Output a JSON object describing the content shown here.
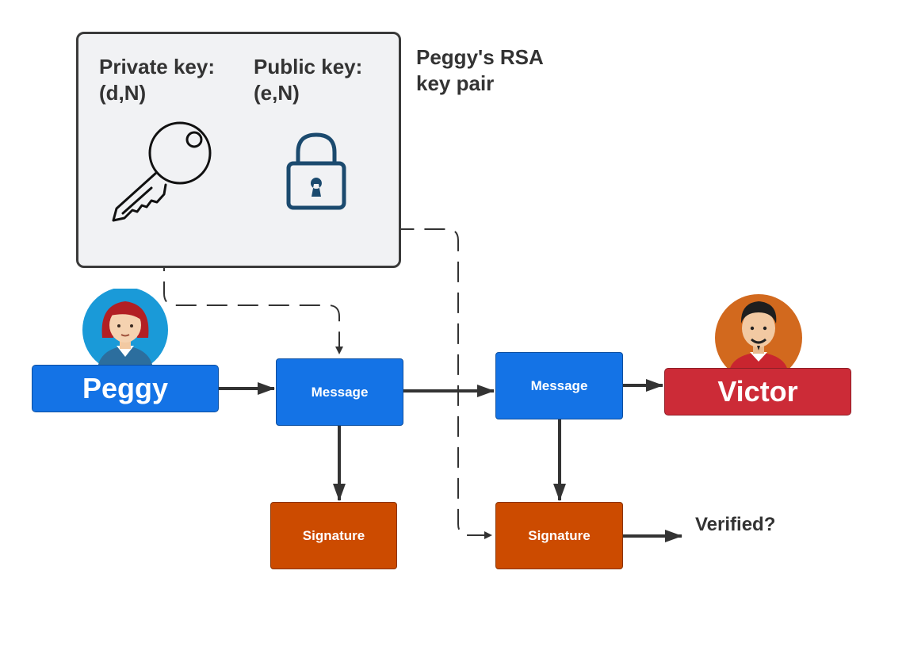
{
  "keypair_box": {
    "private_title": "Private key:",
    "private_value": "(d,N)",
    "public_title": "Public key:",
    "public_value": "(e,N)",
    "caption_line1": "Peggy's RSA",
    "caption_line2": "key pair"
  },
  "actors": {
    "sender": "Peggy",
    "receiver": "Victor"
  },
  "nodes": {
    "message_left": "Message",
    "signature_left": "Signature",
    "message_right": "Message",
    "signature_right": "Signature"
  },
  "result_label": "Verified?",
  "icons": {
    "private_key": "key-icon",
    "public_key": "padlock-icon",
    "peggy_avatar": "woman-avatar-icon",
    "victor_avatar": "man-avatar-icon"
  },
  "colors": {
    "message": "#1473e6",
    "signature": "#cc4b00",
    "victor": "#cc2b37",
    "peggy_avatar_bg": "#1a9ad8",
    "victor_avatar_bg": "#d2691e",
    "keybox_bg": "#f1f2f4"
  }
}
